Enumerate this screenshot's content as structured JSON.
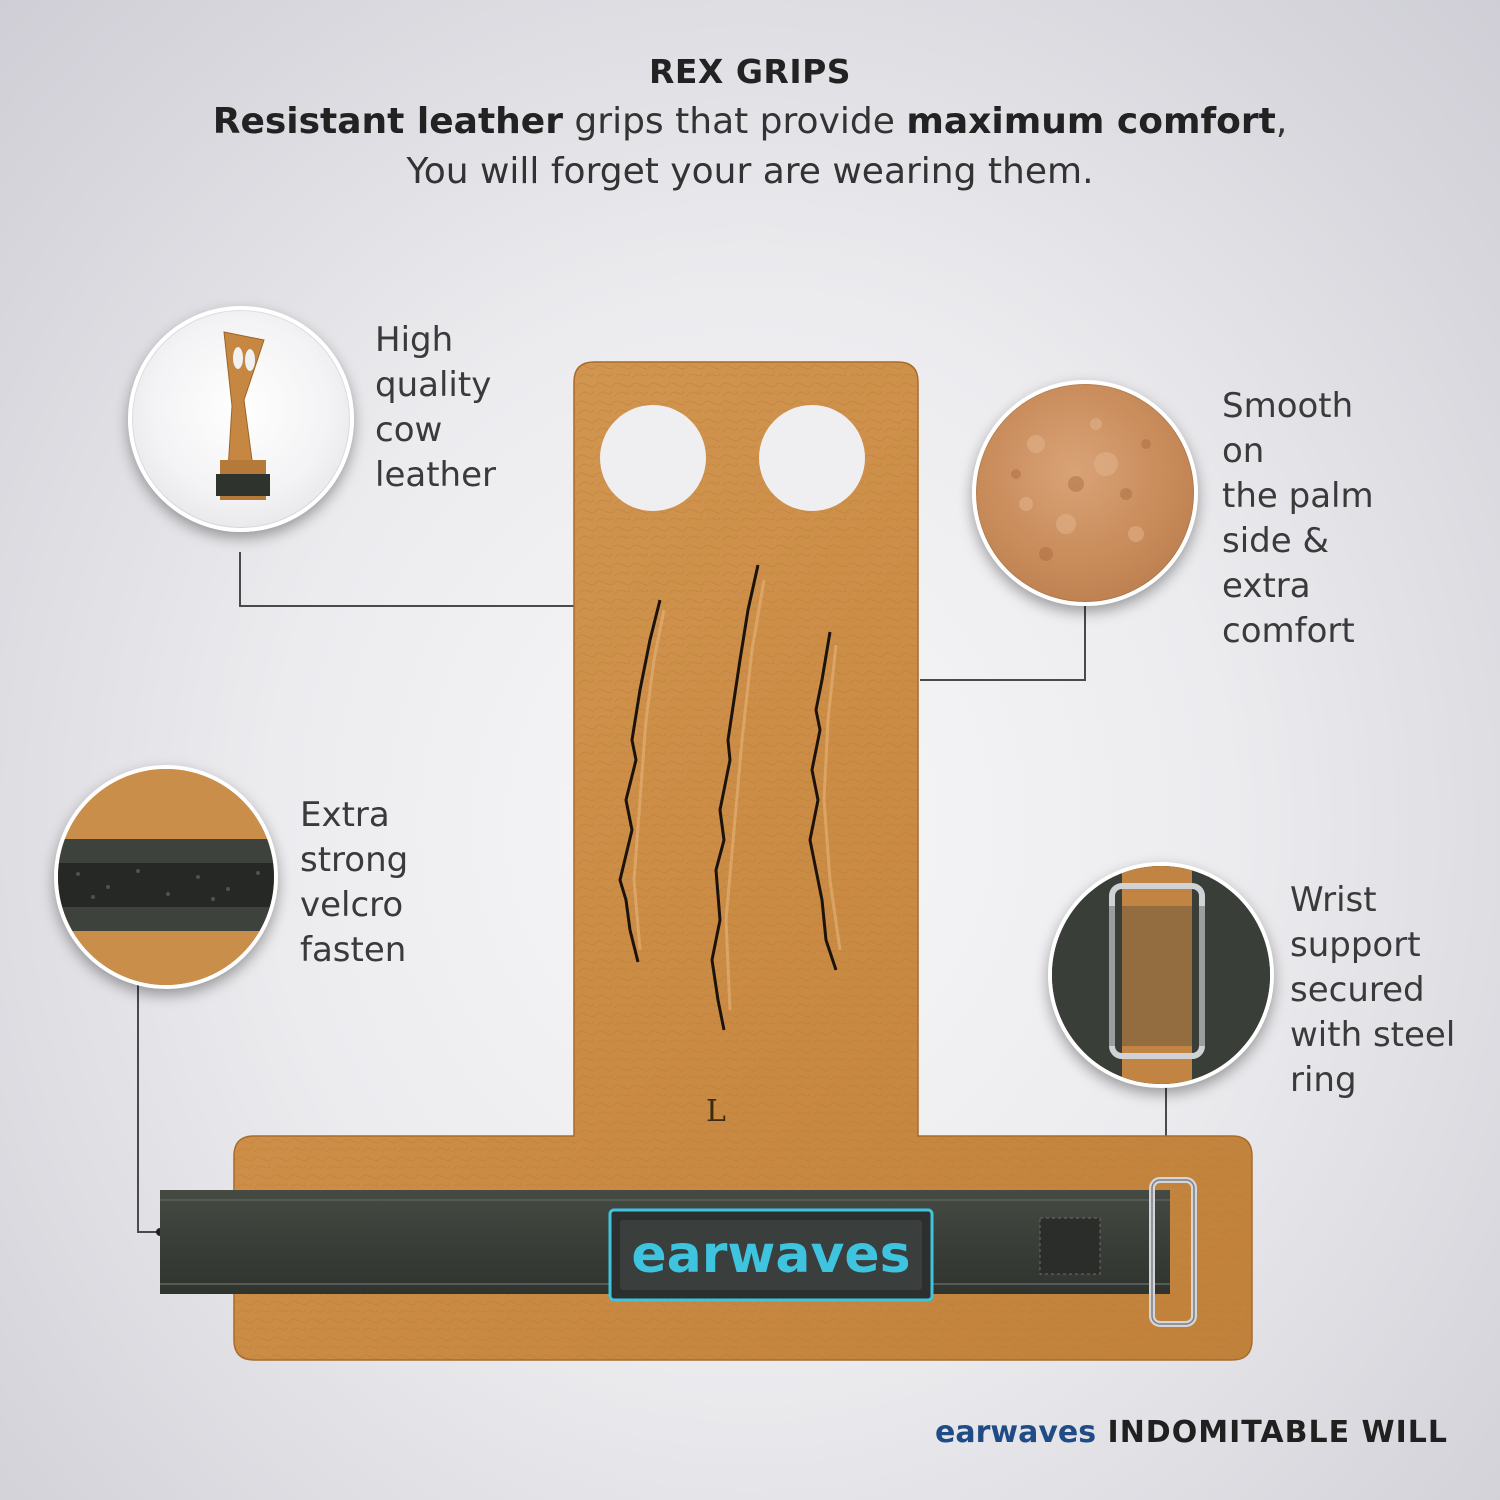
{
  "header": {
    "title": "REX GRIPS",
    "line1": {
      "bold1": "Resistant leather",
      "mid": " grips that provide ",
      "bold2": "maximum comfort",
      "end": ","
    },
    "line2": "You will forget your are wearing them."
  },
  "features": {
    "leather": {
      "lines": [
        "High",
        "quality",
        "cow",
        "leather"
      ]
    },
    "palm": {
      "lines": [
        "Smooth",
        "on",
        "the palm",
        "side &",
        "extra",
        "comfort"
      ]
    },
    "velcro": {
      "lines": [
        "Extra",
        "strong",
        "velcro",
        "fasten"
      ]
    },
    "wrist": {
      "lines": [
        "Wrist",
        "support",
        "secured",
        "with steel",
        "ring"
      ]
    }
  },
  "product": {
    "size_mark": "L",
    "badge_brand": "earwaves"
  },
  "footer": {
    "brand": "earwaves",
    "tagline": " INDOMITABLE WILL"
  },
  "colors": {
    "leather": "#cf8f48",
    "strap": "#3b3f39",
    "badge_accent": "#3fc4e0",
    "footer_brand": "#1f4c86"
  }
}
